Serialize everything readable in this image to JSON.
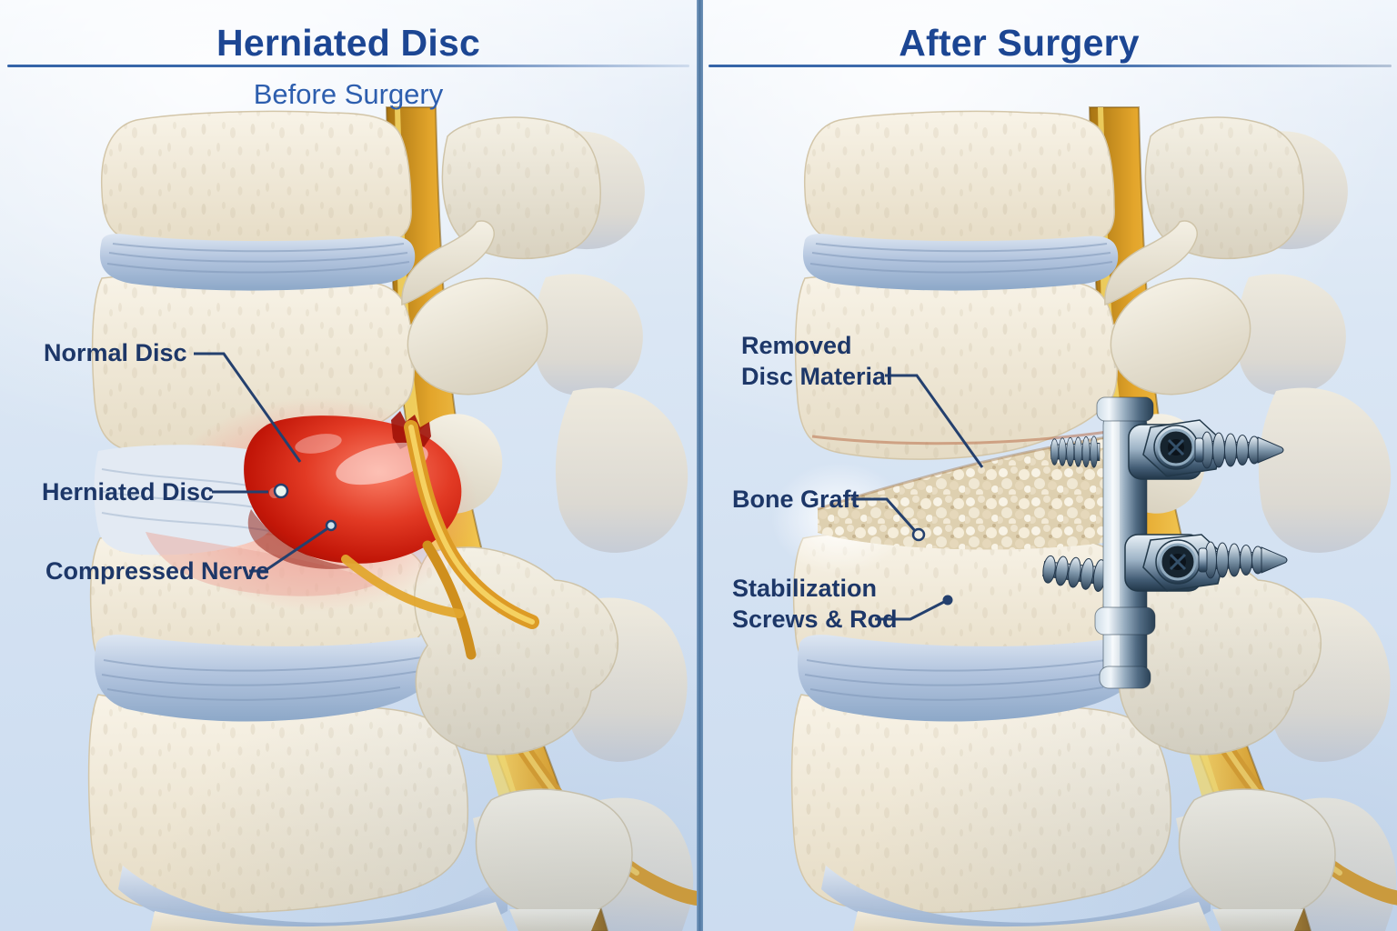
{
  "left": {
    "title": "Herniated Disc",
    "subtitle": "Before Surgery",
    "labels": {
      "normal_disc": "Normal Disc",
      "herniated_disc": "Herniated Disc",
      "compressed_nerve": "Compressed Nerve"
    }
  },
  "right": {
    "title": "After Surgery",
    "labels": {
      "removed_line1": "Removed",
      "removed_line2": "Disc Material",
      "bone_graft": "Bone Graft",
      "stab_line1": "Stabilization",
      "stab_line2": "Screws & Rod"
    }
  },
  "colors": {
    "title_blue": "#1c4693",
    "subtitle_blue": "#2d5eae",
    "label_navy": "#1d3768",
    "leader_line": "#24406e",
    "divider_blue": "#4e769f",
    "background_top": "#f4f8fd",
    "background_bottom": "#cbdcf0",
    "bone_cream": "#efe8d6",
    "disc_blue": "#a9bdd9",
    "nerve_yellow": "#e9b83d",
    "herniation_red": "#d92c1c",
    "inflammation_pink": "#f5a99e",
    "metal_steel": "#7f98ad",
    "bone_graft_tan": "#e7dcc2"
  }
}
